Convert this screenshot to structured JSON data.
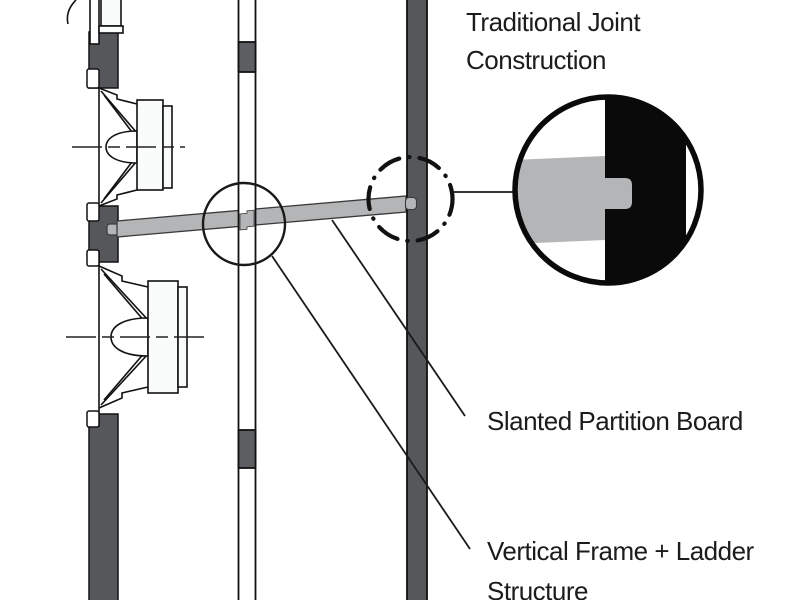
{
  "labels": {
    "traditional_joint": [
      "Traditional Joint",
      "Construction"
    ],
    "slanted_board": "Slanted Partition Board",
    "vertical_frame": [
      "Vertical Frame + Ladder",
      "Structure"
    ]
  },
  "colors": {
    "background": "#ffffff",
    "frame_dark": "#55575b",
    "rung_gray": "#5c5e62",
    "board_gray": "#b3b5b7",
    "line_black": "#121212",
    "text_dark": "#1c1c1c",
    "detail_black": "#0a0a0a"
  }
}
